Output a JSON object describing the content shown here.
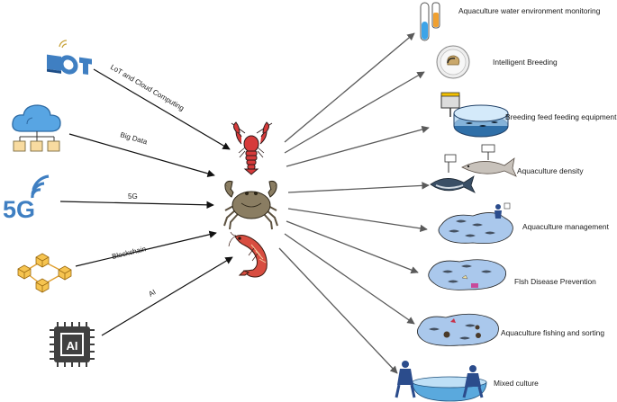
{
  "technologies": [
    {
      "label": "LoT and Cloud Computing",
      "icon": "iot-icon"
    },
    {
      "label": "Big Data",
      "icon": "cloud-network-icon"
    },
    {
      "label": "5G",
      "icon": "5g-icon"
    },
    {
      "label": "Blockchain",
      "icon": "blockchain-icon"
    },
    {
      "label": "AI",
      "icon": "ai-chip-icon"
    }
  ],
  "species": [
    {
      "name": "lobster",
      "icon": "lobster-icon"
    },
    {
      "name": "crab",
      "icon": "crab-icon"
    },
    {
      "name": "shrimp",
      "icon": "shrimp-icon"
    }
  ],
  "applications": [
    {
      "label": "Aquaculture water environment monitoring",
      "icon": "test-tube-icon"
    },
    {
      "label": "Intelligent Breeding",
      "icon": "petri-dish-icon"
    },
    {
      "label": "Breeding feed feeding equipment",
      "icon": "feeder-tank-icon"
    },
    {
      "label": "Aquaculture density",
      "icon": "fish-density-icon"
    },
    {
      "label": "Aquaculture management",
      "icon": "pond-management-icon"
    },
    {
      "label": "Flsh Disease Prevention",
      "icon": "pond-disease-icon"
    },
    {
      "label": "Aquaculture fishing and sorting",
      "icon": "pond-sorting-icon"
    },
    {
      "label": "Mixed culture",
      "icon": "mixed-culture-icon"
    }
  ],
  "colors": {
    "arrow_in": "#111111",
    "arrow_out": "#5a5a5a",
    "tech_blue": "#3f7fc2",
    "blockchain": "#f0b23a",
    "ai_chip": "#404040",
    "lobster": "#d63a3a",
    "crab": "#8a7d62",
    "shrimp": "#d84d40",
    "water": "#aac8ec"
  }
}
